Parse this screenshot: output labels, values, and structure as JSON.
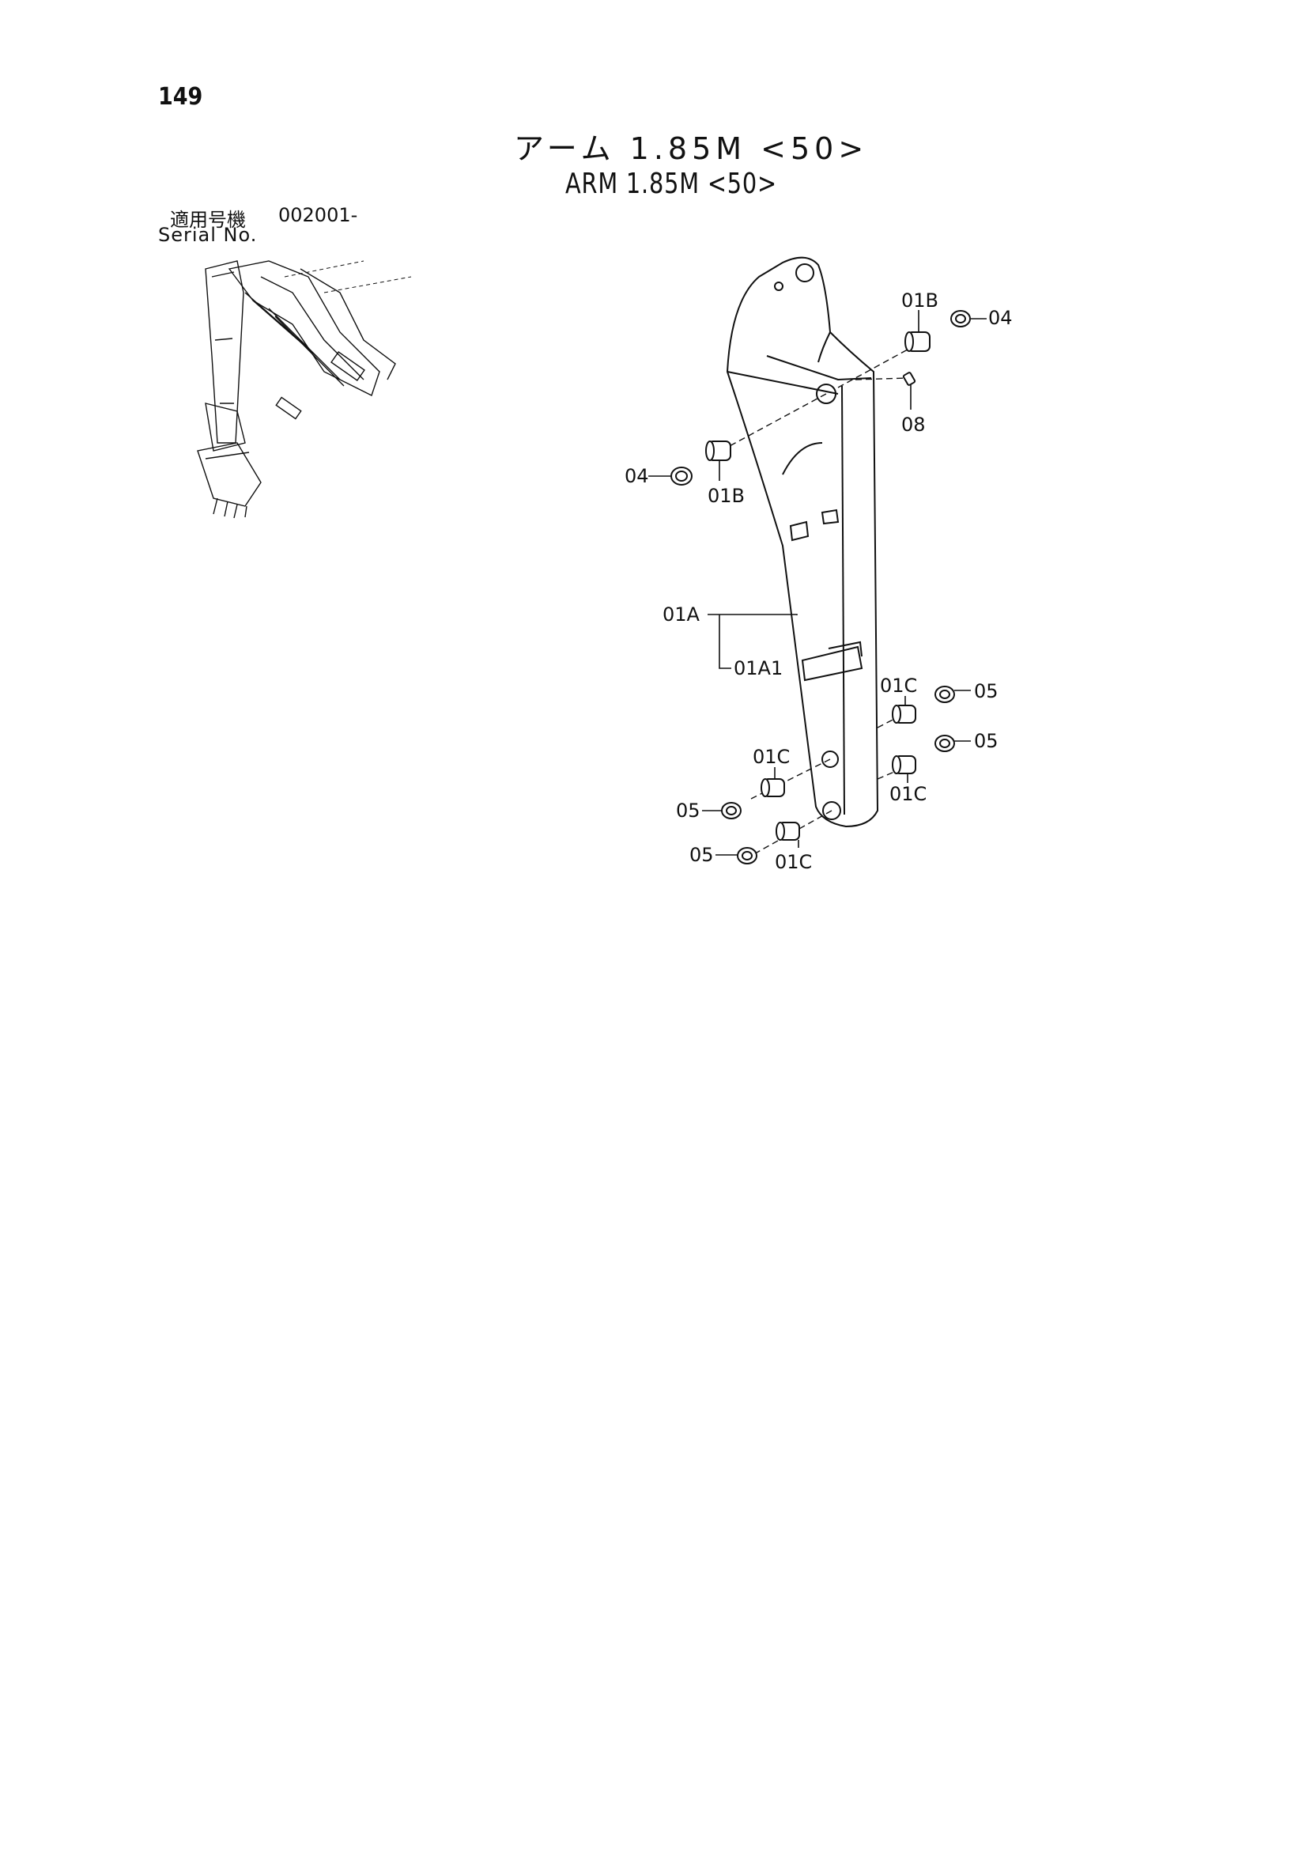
{
  "page": {
    "number": "149"
  },
  "title": {
    "jp": "アーム 1.85M <50>",
    "en": "ARM 1.85M <50>"
  },
  "serial": {
    "label_jp": "適用号機",
    "value": "002001-",
    "label_en": "Serial No."
  },
  "callouts": {
    "b_top": "01B",
    "washer_top": "04",
    "grease_fitting": "08",
    "washer_left": "04",
    "b_left": "01B",
    "arm_assy": "01A",
    "arm_sub": "01A1",
    "c_r1": "01C",
    "w_r1": "05",
    "w_r2": "05",
    "c_r2": "01C",
    "c_l1": "01C",
    "w_l1": "05",
    "w_l2": "05",
    "c_l2": "01C"
  },
  "colors": {
    "line": "#111111",
    "background": "#ffffff"
  }
}
